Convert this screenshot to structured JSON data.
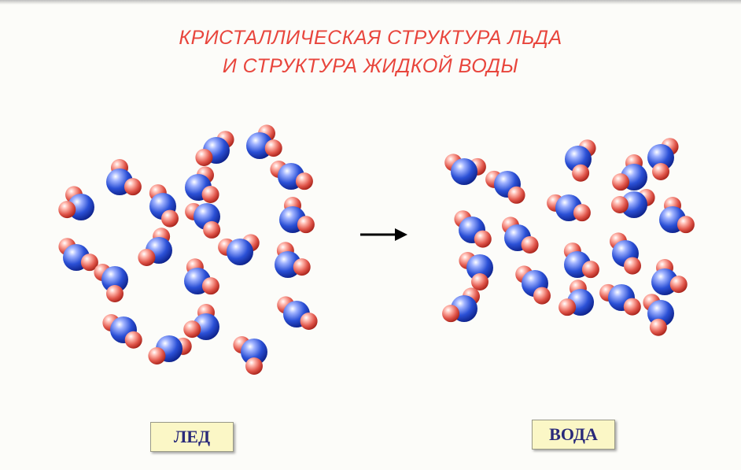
{
  "title": {
    "line1": "КРИСТАЛЛИЧЕСКАЯ  СТРУКТУРА  ЛЬДА",
    "line2": "И  СТРУКТУРА  ЖИДКОЙ  ВОДЫ"
  },
  "labels": {
    "ice": "ЛЕД",
    "water": "ВОДА"
  },
  "colors": {
    "oxygen": "#2b50d6",
    "hydrogen": "#e0554a",
    "title": "#e8453c",
    "label_text": "#2a2a7a",
    "label_bg": "#fbf7c6"
  },
  "icons": {
    "arrow": "arrow-right-icon"
  }
}
